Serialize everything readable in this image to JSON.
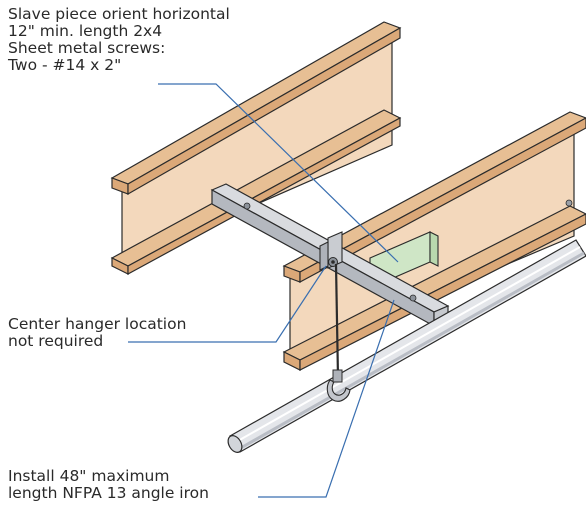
{
  "callouts": {
    "slave_piece": {
      "lines": [
        "Slave piece orient horizontal",
        "12\" min. length 2x4",
        "Sheet metal screws:",
        "Two - #14 x 2\""
      ]
    },
    "center_hanger": {
      "lines": [
        "Center hanger location",
        "not required"
      ]
    },
    "angle_iron": {
      "lines": [
        "Install 48\" maximum",
        "length NFPA 13 angle iron"
      ]
    }
  },
  "colors": {
    "joist_web": "#f3d8bc",
    "joist_flange": "#dba878",
    "joist_flange_top": "#e7bf94",
    "angle_iron": "#d9dbdf",
    "angle_iron_dark": "#b4b8bf",
    "slave_block": "#cfe6c6",
    "pipe": "#e4e6ea",
    "pipe_shadow": "#b9bdc5",
    "leader_line": "#3a6fb0",
    "outline": "#2b2b2b"
  }
}
